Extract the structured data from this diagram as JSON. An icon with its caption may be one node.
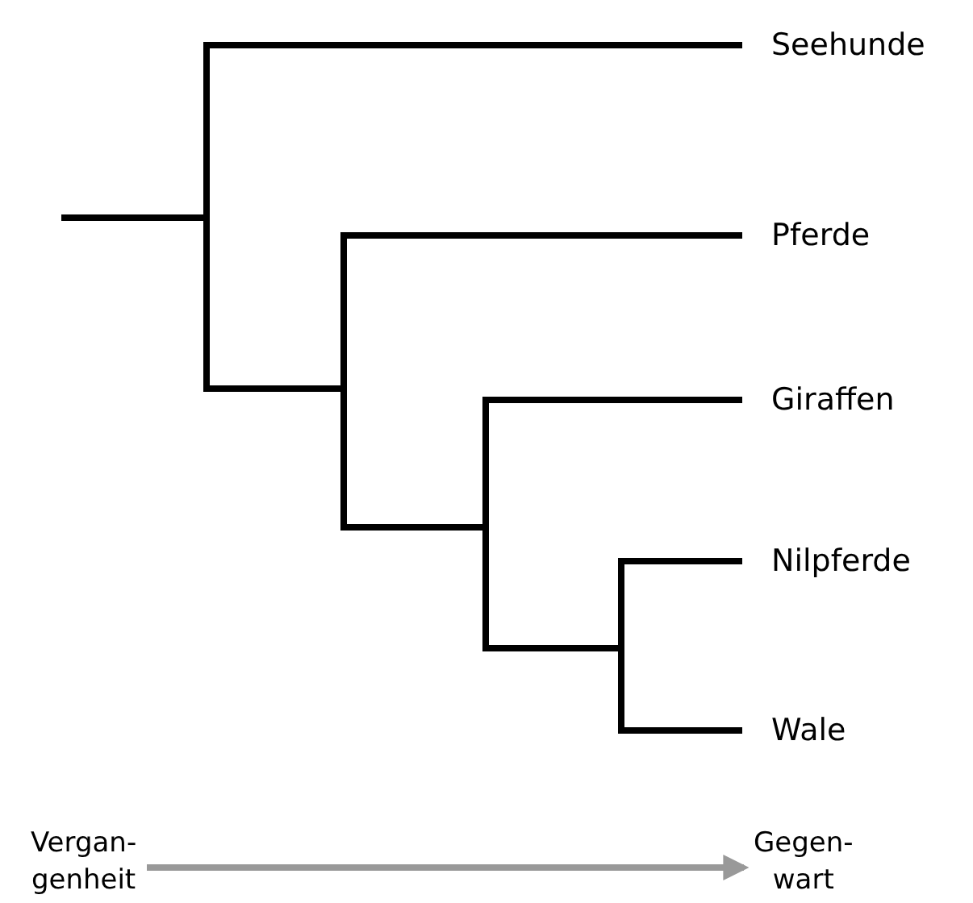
{
  "diagram": {
    "nodes": [
      {
        "text": [
          "Vergan- genheit"
        ]
      },
      {
        "text": [
          "Gegen- wart"
        ]
      }
    ],
    "edges": [
      {
        "from": 0,
        "to": 1,
        "arrow": "to",
        "color": "#999999"
      }
    ],
    "labels": [
      "Seehunde",
      "Pferde",
      "Giraffen",
      "Nilpferde",
      "Wale"
    ]
  }
}
